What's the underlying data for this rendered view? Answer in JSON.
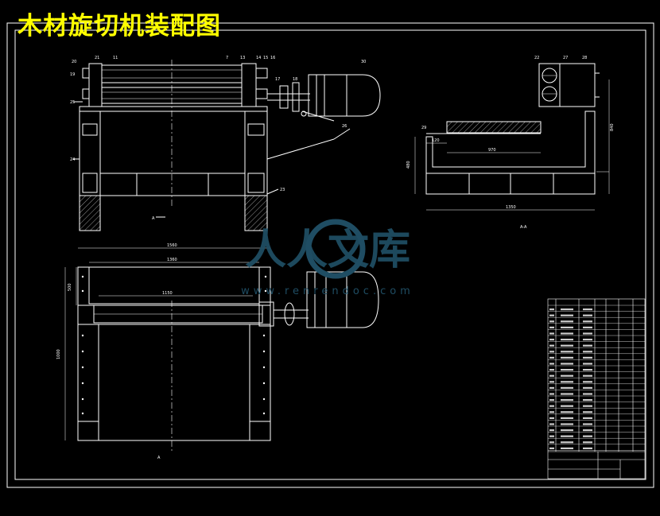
{
  "drawing": {
    "title": "木材旋切机装配图",
    "section_marker": "A",
    "section_view_label": "A-A"
  },
  "dimensions": {
    "top_width": "1560",
    "inner_width": "1360",
    "roller_length": "1150",
    "height_left": "500",
    "height_total": "1000",
    "side_small": "120",
    "side_mid": "970",
    "side_total": "1350",
    "side_height": "480",
    "side_height_right": "840"
  },
  "part_labels": [
    "20",
    "19",
    "21",
    "11",
    "7",
    "13",
    "14",
    "15",
    "16",
    "17",
    "18",
    "30",
    "26",
    "25",
    "24",
    "23",
    "22",
    "27",
    "28",
    "29"
  ],
  "watermark": {
    "text": "人人文库",
    "url": "www.renrendoc.com"
  },
  "colors": {
    "lines": "#ffffff",
    "title": "#ffff00",
    "watermark": "#1f4d63",
    "background": "#000000"
  }
}
